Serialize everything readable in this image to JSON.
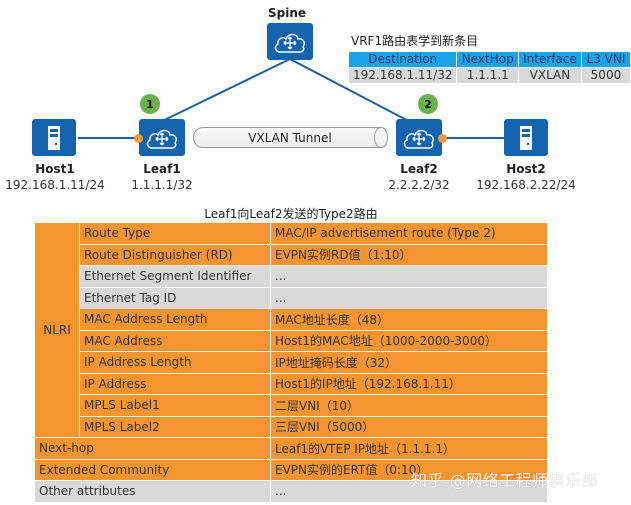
{
  "topology": {
    "spine": {
      "name": "Spine"
    },
    "leaf1": {
      "name": "Leaf1",
      "address": "1.1.1.1/32",
      "step": "1"
    },
    "leaf2": {
      "name": "Leaf2",
      "address": "2.2.2.2/32",
      "step": "2"
    },
    "host1": {
      "name": "Host1",
      "address": "192.168.1.11/24"
    },
    "host2": {
      "name": "Host2",
      "address": "192.168.2.22/24"
    },
    "tunnel_label": "VXLAN Tunnel",
    "colors": {
      "device": "#1464ad",
      "link": "#1f5f9e",
      "port": "#f39a3a",
      "badge": "#6ab04c"
    }
  },
  "vrf_table": {
    "title": "VRF1路由表学到新条目",
    "headers": [
      "Destination",
      "NextHop",
      "Interface",
      "L3 VNI"
    ],
    "rows": [
      [
        "192.168.1.11/32",
        "1.1.1.1",
        "VXLAN",
        "5000"
      ]
    ],
    "colors": {
      "header": "#1aa3e8",
      "row": "#d9d9d9"
    }
  },
  "route_table": {
    "title": "Leaf1向Leaf2发送的Type2路由",
    "group_label": "NLRI",
    "nlri_rows": [
      {
        "field": "Route Type",
        "value": "MAC/IP advertisement route (Type 2)",
        "highlight": true
      },
      {
        "field": "Route Distinguisher (RD)",
        "value": "EVPN实例RD值（1:10）",
        "highlight": true
      },
      {
        "field": "Ethernet Segment Identifier",
        "value": "...",
        "highlight": false
      },
      {
        "field": "Ethernet Tag ID",
        "value": "...",
        "highlight": false
      },
      {
        "field": "MAC Address Length",
        "value": "MAC地址长度（48）",
        "highlight": true
      },
      {
        "field": "MAC Address",
        "value": "Host1的MAC地址（1000-2000-3000）",
        "highlight": true
      },
      {
        "field": "IP Address Length",
        "value": "IP地址掩码长度（32）",
        "highlight": true
      },
      {
        "field": "IP Address",
        "value": "Host1的IP地址（192.168.1.11）",
        "highlight": true
      },
      {
        "field": "MPLS Label1",
        "value": "二层VNI（10）",
        "highlight": true
      },
      {
        "field": "MPLS Label2",
        "value": "三层VNI（5000）",
        "highlight": true
      }
    ],
    "other_rows": [
      {
        "field": "Next-hop",
        "value": "Leaf1的VTEP IP地址（1.1.1.1）",
        "highlight": true
      },
      {
        "field": "Extended Community",
        "value": "EVPN实例的ERT值（0:10）",
        "highlight": true
      },
      {
        "field": "Other attributes",
        "value": "...",
        "highlight": false
      }
    ],
    "colors": {
      "highlight": "#f6952f",
      "plain": "#d9d9d9"
    }
  },
  "watermark": "知乎 @网络工程师俱乐部"
}
